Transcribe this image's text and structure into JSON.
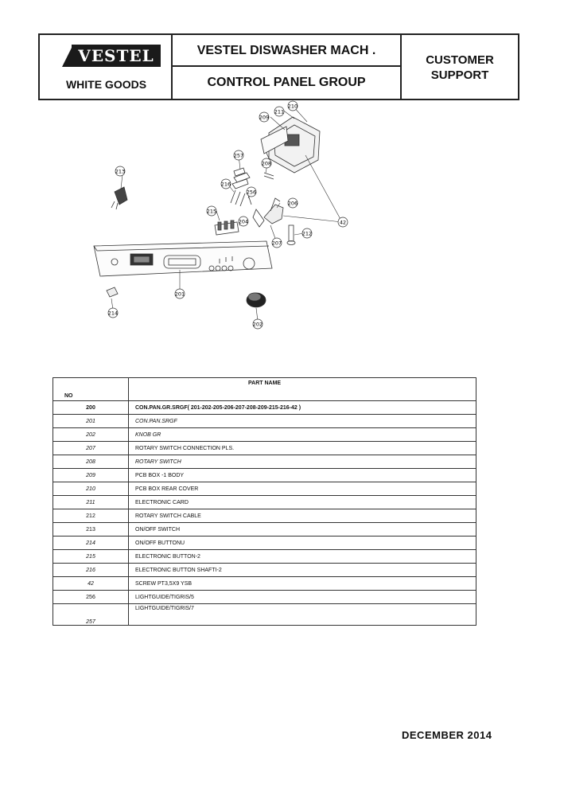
{
  "header": {
    "logo_text": "VESTEL",
    "brand_sub": "WHITE GOODS",
    "title_line1": "VESTEL DISWASHER MACH .",
    "title_line2": "CONTROL PANEL GROUP",
    "support_line1": "CUSTOMER",
    "support_line2": "SUPPORT"
  },
  "diagram": {
    "callouts": [
      "210",
      "211",
      "209",
      "257",
      "208",
      "213",
      "216",
      "256",
      "206",
      "215",
      "204",
      "42",
      "212",
      "207",
      "201",
      "214",
      "202"
    ]
  },
  "table": {
    "col_no": "NO",
    "col_name": "PART NAME",
    "rows": [
      {
        "no": "200",
        "name": "CON.PAN.GR.SRGF( 201-202-205-206-207-208-209-215-216-42 )"
      },
      {
        "no": "201",
        "name": "CON.PAN.SRGF"
      },
      {
        "no": "202",
        "name": "KNOB GR"
      },
      {
        "no": "207",
        "name": "ROTARY SWITCH CONNECTION PLS."
      },
      {
        "no": "208",
        "name": "ROTARY SWITCH"
      },
      {
        "no": "209",
        "name": "PCB BOX -1 BODY"
      },
      {
        "no": "210",
        "name": "PCB BOX REAR COVER"
      },
      {
        "no": "211",
        "name": "ELECTRONIC CARD"
      },
      {
        "no": "212",
        "name": "ROTARY SWITCH CABLE"
      },
      {
        "no": "213",
        "name": "ON/OFF SWITCH"
      },
      {
        "no": "214",
        "name": "ON/OFF BUTTONU"
      },
      {
        "no": "215",
        "name": "ELECTRONIC BUTTON-2"
      },
      {
        "no": "216",
        "name": "ELECTRONIC BUTTON SHAFTI-2"
      },
      {
        "no": "42",
        "name": "SCREW PT3,5X9 YSB"
      },
      {
        "no": "256",
        "name": "LIGHTGUIDE/TIGRIS/5"
      },
      {
        "no": "257",
        "name": "LIGHTGUIDE/TIGRIS/7"
      }
    ]
  },
  "footer": {
    "date": "DECEMBER  2014"
  }
}
